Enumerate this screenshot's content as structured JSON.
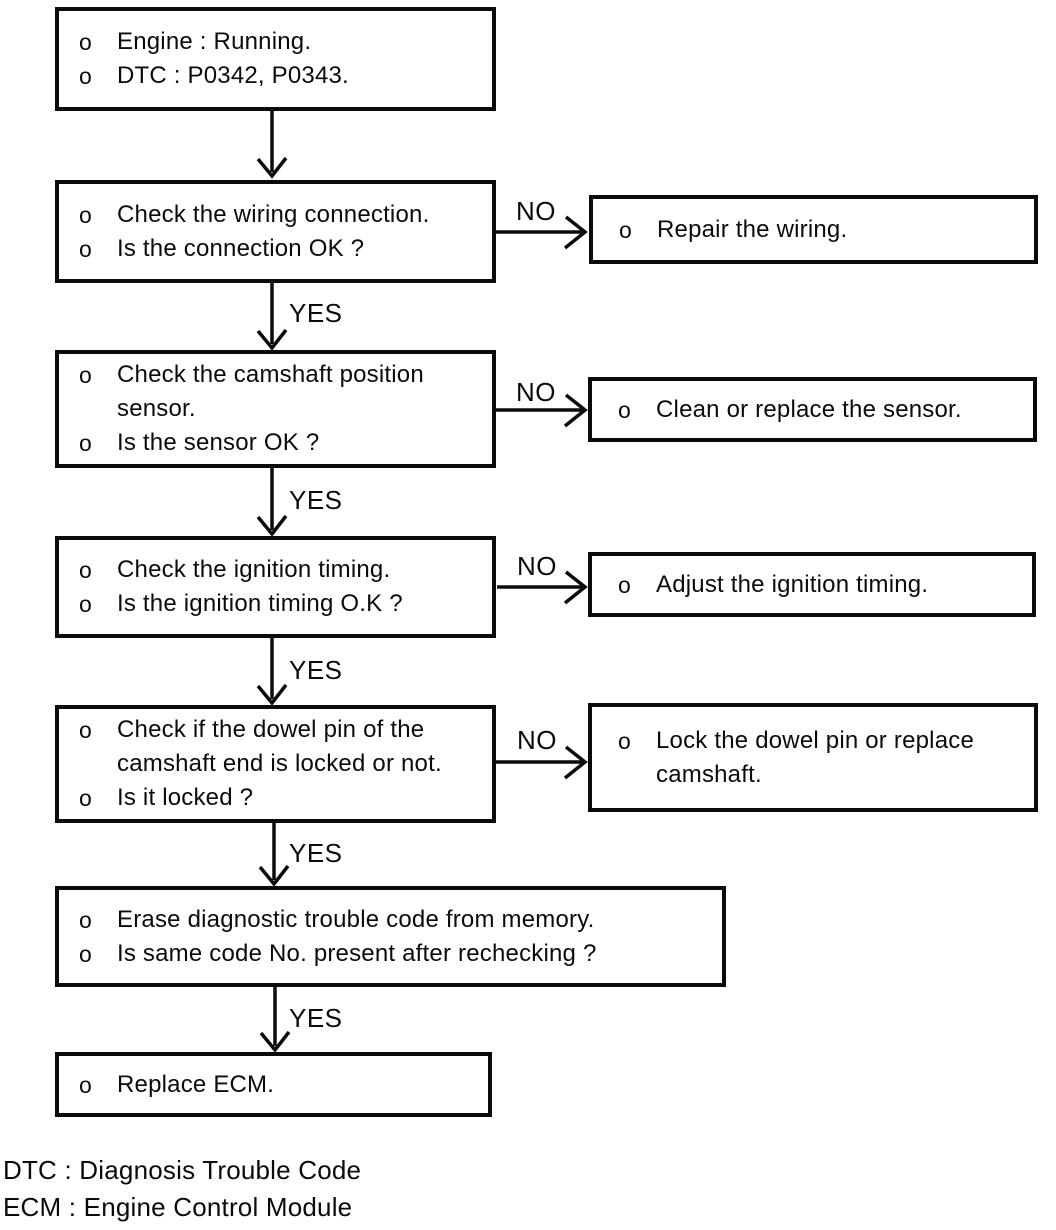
{
  "palette": {
    "ink": "#0b0b0b",
    "paper": "#ffffff"
  },
  "labels": {
    "yes": "YES",
    "no": "NO",
    "bullet": "o"
  },
  "steps": [
    {
      "name": "engine-running",
      "items": [
        "Engine : Running.",
        "DTC : P0342, P0343."
      ]
    },
    {
      "name": "check-wiring",
      "items": [
        "Check the wiring connection.",
        "Is the connection OK ?"
      ]
    },
    {
      "name": "check-camshaft-sensor",
      "items": [
        "Check the camshaft position\nsensor.",
        "Is the sensor OK ?"
      ]
    },
    {
      "name": "check-ignition-timing",
      "items": [
        "Check the ignition timing.",
        "Is the ignition timing O.K ?"
      ]
    },
    {
      "name": "check-dowel-pin",
      "items": [
        "Check if the dowel pin of the\ncamshaft end is locked or not.",
        "Is it locked ?"
      ]
    },
    {
      "name": "erase-dtc",
      "items": [
        "Erase diagnostic trouble code from memory.",
        "Is same code No. present after rechecking ?"
      ]
    },
    {
      "name": "replace-ecm",
      "items": [
        "Replace ECM."
      ]
    }
  ],
  "actions": [
    {
      "name": "repair-wiring",
      "items": [
        "Repair the wiring."
      ]
    },
    {
      "name": "clean-or-replace-sensor",
      "items": [
        "Clean or replace the sensor."
      ]
    },
    {
      "name": "adjust-ignition-timing",
      "items": [
        "Adjust the ignition timing."
      ]
    },
    {
      "name": "lock-dowel-pin",
      "items": [
        "Lock the dowel pin or replace\ncamshaft."
      ]
    }
  ],
  "legend": [
    "DTC : Diagnosis Trouble Code",
    "ECM : Engine Control Module"
  ]
}
